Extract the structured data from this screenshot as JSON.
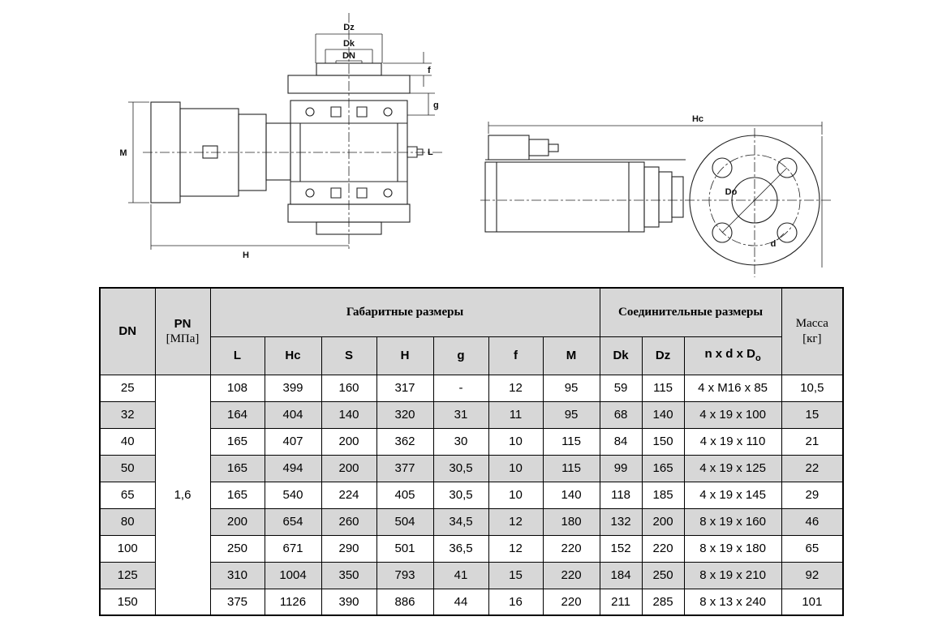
{
  "drawing": {
    "front_view_labels": {
      "dz": "Dz",
      "dk": "Dk",
      "dn": "DN",
      "f": "f",
      "g": "g",
      "m": "M",
      "l": "L",
      "h": "H"
    },
    "side_view_labels": {
      "hc": "Hc",
      "do": "Do",
      "d": "d"
    }
  },
  "table": {
    "headers": {
      "dn": "DN",
      "pn": "PN",
      "pn_unit": "[МПа]",
      "overall_group": "Габаритные размеры",
      "connection_group": "Соединительные размеры",
      "mass": "Масса",
      "mass_unit": "[кг]",
      "sub": {
        "l": "L",
        "hc": "Hc",
        "s": "S",
        "h": "H",
        "g": "g",
        "f": "f",
        "m": "M",
        "dk": "Dk",
        "dz": "Dz",
        "nxd_prefix": "n x d x D",
        "nxd_sub": "o"
      }
    },
    "pn_value": "1,6",
    "rows": [
      {
        "dn": "25",
        "l": "108",
        "hc": "399",
        "s": "160",
        "h": "317",
        "g": "-",
        "f": "12",
        "m": "95",
        "dk": "59",
        "dz": "115",
        "nxd": "4 x M16 x 85",
        "mass": "10,5"
      },
      {
        "dn": "32",
        "l": "164",
        "hc": "404",
        "s": "140",
        "h": "320",
        "g": "31",
        "f": "11",
        "m": "95",
        "dk": "68",
        "dz": "140",
        "nxd": "4 x 19 x 100",
        "mass": "15"
      },
      {
        "dn": "40",
        "l": "165",
        "hc": "407",
        "s": "200",
        "h": "362",
        "g": "30",
        "f": "10",
        "m": "115",
        "dk": "84",
        "dz": "150",
        "nxd": "4 x 19 x 110",
        "mass": "21"
      },
      {
        "dn": "50",
        "l": "165",
        "hc": "494",
        "s": "200",
        "h": "377",
        "g": "30,5",
        "f": "10",
        "m": "115",
        "dk": "99",
        "dz": "165",
        "nxd": "4 x 19 x 125",
        "mass": "22"
      },
      {
        "dn": "65",
        "l": "165",
        "hc": "540",
        "s": "224",
        "h": "405",
        "g": "30,5",
        "f": "10",
        "m": "140",
        "dk": "118",
        "dz": "185",
        "nxd": "4 x 19 x 145",
        "mass": "29"
      },
      {
        "dn": "80",
        "l": "200",
        "hc": "654",
        "s": "260",
        "h": "504",
        "g": "34,5",
        "f": "12",
        "m": "180",
        "dk": "132",
        "dz": "200",
        "nxd": "8 x 19 x 160",
        "mass": "46"
      },
      {
        "dn": "100",
        "l": "250",
        "hc": "671",
        "s": "290",
        "h": "501",
        "g": "36,5",
        "f": "12",
        "m": "220",
        "dk": "152",
        "dz": "220",
        "nxd": "8 x 19 x 180",
        "mass": "65"
      },
      {
        "dn": "125",
        "l": "310",
        "hc": "1004",
        "s": "350",
        "h": "793",
        "g": "41",
        "f": "15",
        "m": "220",
        "dk": "184",
        "dz": "250",
        "nxd": "8 x 19 x 210",
        "mass": "92"
      },
      {
        "dn": "150",
        "l": "375",
        "hc": "1126",
        "s": "390",
        "h": "886",
        "g": "44",
        "f": "16",
        "m": "220",
        "dk": "211",
        "dz": "285",
        "nxd": "8 x 13 x 240",
        "mass": "101"
      }
    ]
  }
}
